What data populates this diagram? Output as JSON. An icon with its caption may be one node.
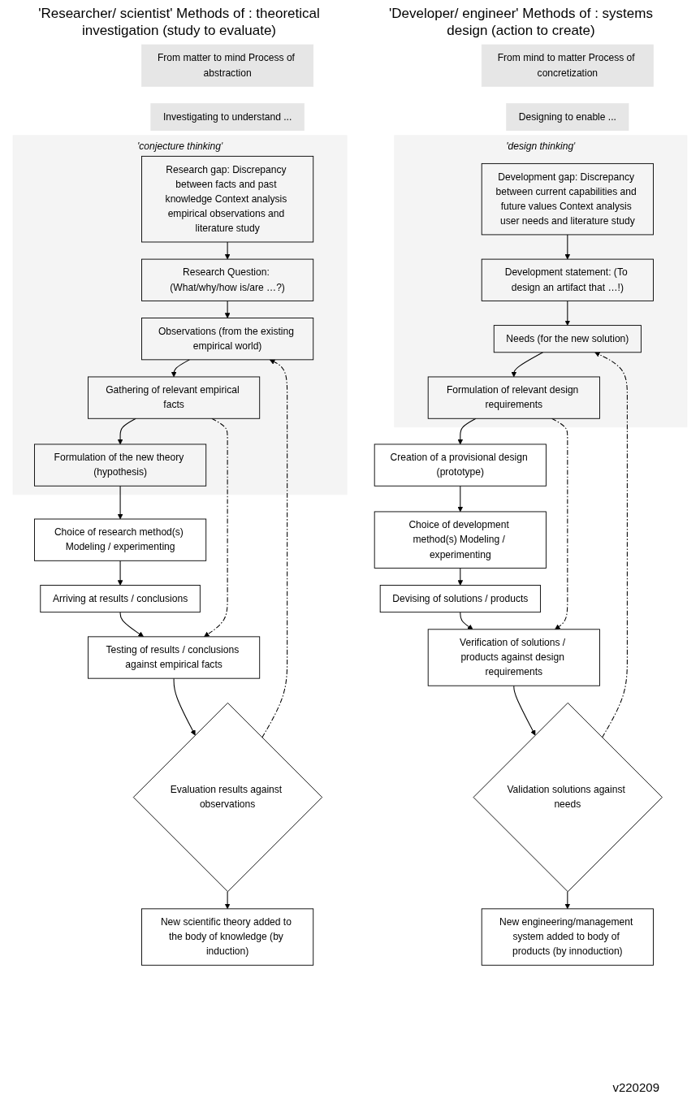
{
  "diagram": {
    "nodes": [
      {
        "text": [
          "From matter to mind Process of abstraction"
        ]
      },
      {
        "text": [
          "Investigating to understand ..."
        ]
      },
      {
        "text": [
          "From mind to matter Process of concretization"
        ]
      },
      {
        "text": [
          "Designing to enable ..."
        ]
      },
      {
        "text": [
          "'conjecture thinking'"
        ]
      },
      {
        "text": [
          "Research gap: Discrepancy between facts and past knowledge Context analysis empirical observations and literature study"
        ],
        "in": 4
      },
      {
        "text": [
          "Research Question: (What/why/how is/are …?)"
        ],
        "in": 4
      },
      {
        "text": [
          "Observations (from the existing empirical world)"
        ],
        "in": 4
      },
      {
        "text": [
          "Gathering of relevant empirical facts"
        ],
        "in": 4
      },
      {
        "text": [
          "Formulation of the new theory (hypothesis)"
        ],
        "in": 4
      },
      {
        "text": [
          "Choice of research method(s) Modeling / experimenting"
        ]
      },
      {
        "text": [
          "Arriving at results / conclusions"
        ]
      },
      {
        "text": [
          "Testing of results / conclusions against empirical facts"
        ]
      },
      {
        "text": [
          "Evaluation results against observations"
        ]
      },
      {
        "text": [
          "New scientific theory added to the body of knowledge (by induction)"
        ]
      },
      {
        "text": [
          "'design thinking'"
        ]
      },
      {
        "text": [
          "Development gap: Discrepancy between current capabilities and future values Context analysis user needs and literature study"
        ],
        "in": 15
      },
      {
        "text": [
          "Development statement: (To design an artifact that …!)"
        ],
        "in": 15
      },
      {
        "text": [
          "Needs (for the new solution)"
        ],
        "in": 15
      },
      {
        "text": [
          "Formulation of relevant design requirements"
        ],
        "in": 15
      },
      {
        "text": [
          "Creation of a provisional design (prototype)"
        ]
      },
      {
        "text": [
          "Choice of development method(s) Modeling / experimenting"
        ]
      },
      {
        "text": [
          "Devising of solutions / products"
        ]
      },
      {
        "text": [
          "Verification of solutions / products against design requirements"
        ]
      },
      {
        "text": [
          "Validation solutions against needs"
        ]
      },
      {
        "text": [
          "New engineering/management system added to body of products (by innoduction)"
        ]
      }
    ],
    "edges": [
      {
        "from": 5,
        "to": 6,
        "arrow": "to"
      },
      {
        "from": 6,
        "to": 7,
        "arrow": "to"
      },
      {
        "from": 7,
        "to": 8,
        "arrow": "to"
      },
      {
        "from": 8,
        "to": 9,
        "arrow": "to"
      },
      {
        "from": 9,
        "to": 10,
        "arrow": "to"
      },
      {
        "from": 10,
        "to": 11,
        "arrow": "to"
      },
      {
        "from": 11,
        "to": 12,
        "arrow": "to"
      },
      {
        "from": 12,
        "to": 13,
        "arrow": "to"
      },
      {
        "from": 13,
        "to": 14,
        "arrow": "to"
      },
      {
        "from": 8,
        "to": 12,
        "arrow": "to",
        "style": "dashed"
      },
      {
        "from": 13,
        "to": 7,
        "arrow": "to",
        "style": "dashed"
      },
      {
        "from": 16,
        "to": 17,
        "arrow": "to"
      },
      {
        "from": 17,
        "to": 18,
        "arrow": "to"
      },
      {
        "from": 18,
        "to": 19,
        "arrow": "to"
      },
      {
        "from": 19,
        "to": 20,
        "arrow": "to"
      },
      {
        "from": 20,
        "to": 21,
        "arrow": "to"
      },
      {
        "from": 21,
        "to": 22,
        "arrow": "to"
      },
      {
        "from": 22,
        "to": 23,
        "arrow": "to"
      },
      {
        "from": 23,
        "to": 24,
        "arrow": "to"
      },
      {
        "from": 24,
        "to": 25,
        "arrow": "to"
      },
      {
        "from": 19,
        "to": 23,
        "arrow": "to",
        "style": "dashed"
      },
      {
        "from": 24,
        "to": 18,
        "arrow": "to",
        "style": "dashed"
      }
    ],
    "labels": [
      "'Researcher/ scientist' Methods of : theoretical investigation (study to evaluate)",
      "'Developer/ engineer' Methods of : systems design (action to create)",
      "v220209"
    ]
  }
}
